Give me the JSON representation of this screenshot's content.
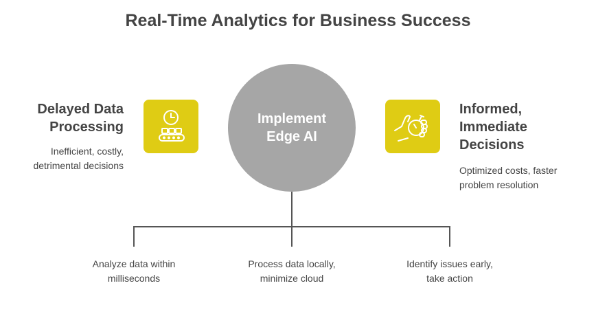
{
  "title": "Real-Time Analytics for Business Success",
  "left": {
    "heading_lines": [
      "Delayed Data",
      "Processing"
    ],
    "sub_lines": [
      "Inefficient, costly,",
      "detrimental decisions"
    ],
    "icon": "clock-conveyor-icon"
  },
  "center": {
    "lines": [
      "Implement",
      "Edge AI"
    ]
  },
  "right": {
    "heading_lines": [
      "Informed,",
      "Immediate",
      "Decisions"
    ],
    "sub_lines": [
      "Optimized costs, faster",
      "problem resolution"
    ],
    "icon": "hand-stopwatch-icon"
  },
  "branches": [
    {
      "lines": [
        "Analyze data within",
        "milliseconds"
      ]
    },
    {
      "lines": [
        "Process data locally,",
        "minimize cloud"
      ]
    },
    {
      "lines": [
        "Identify issues early,",
        "take action"
      ]
    }
  ],
  "colors": {
    "accent": "#dfcc14",
    "circle": "#a6a6a6"
  }
}
